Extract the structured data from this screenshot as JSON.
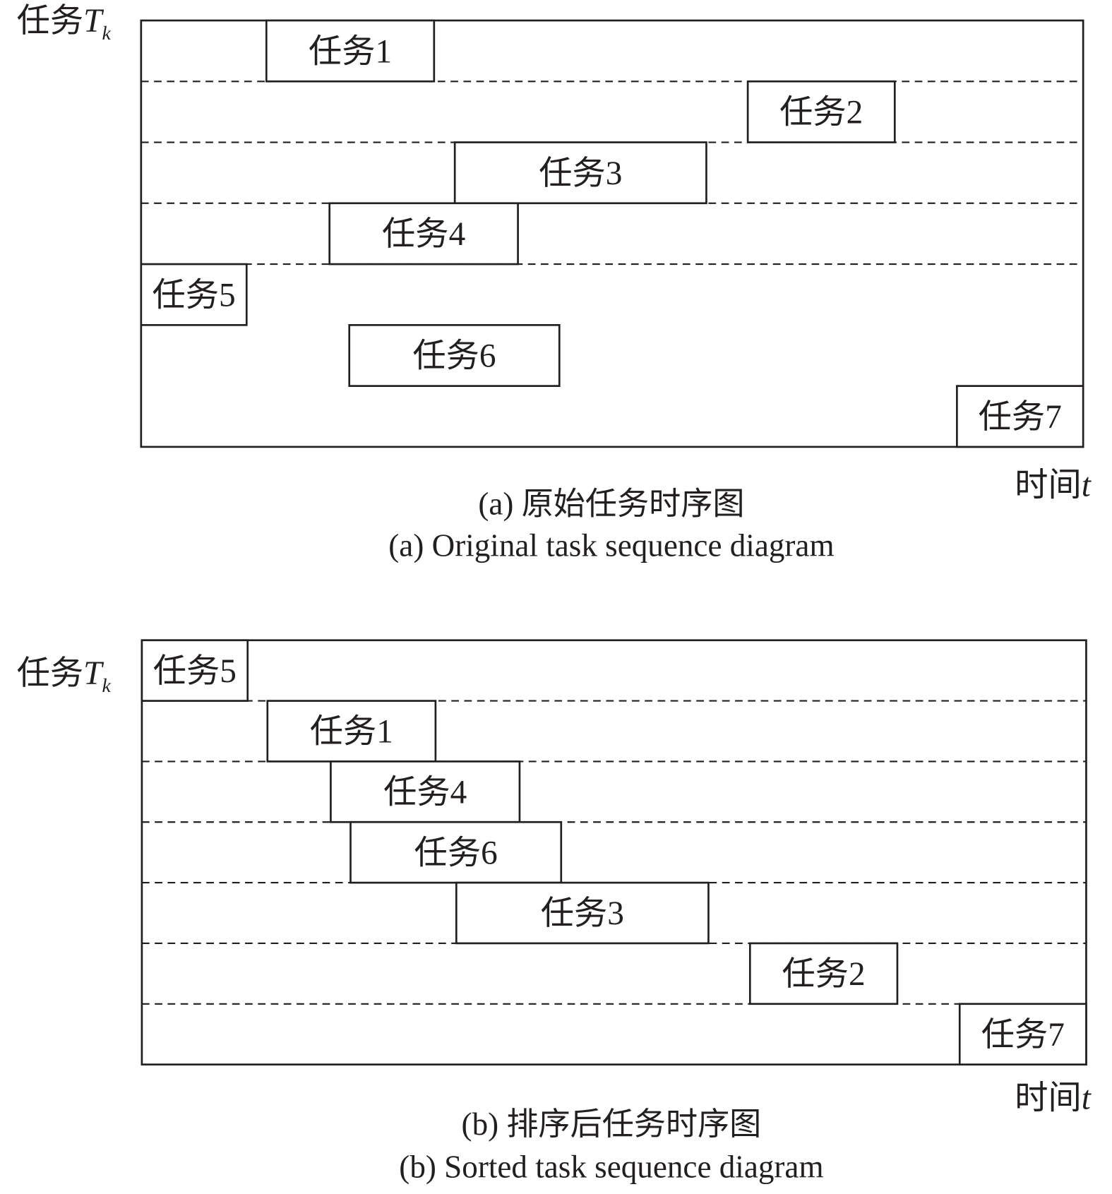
{
  "chart_data": [
    {
      "type": "gantt",
      "id": "a",
      "caption_cn": "(a) 原始任务时序图",
      "caption_en": "(a) Original task sequence diagram",
      "ylabel": "任务",
      "ylabel_symbol": "T",
      "ylabel_subscript": "k",
      "xlabel": "时间",
      "xlabel_symbol": "t",
      "xlim": [
        0,
        100
      ],
      "dashed_separators": 4,
      "tasks": [
        {
          "label": "任务1",
          "start": 13.3,
          "end": 31.1
        },
        {
          "label": "任务2",
          "start": 64.4,
          "end": 80.0
        },
        {
          "label": "任务3",
          "start": 33.3,
          "end": 60.0
        },
        {
          "label": "任务4",
          "start": 20.0,
          "end": 40.0
        },
        {
          "label": "任务5",
          "start": 0.0,
          "end": 11.2
        },
        {
          "label": "任务6",
          "start": 22.1,
          "end": 44.4
        },
        {
          "label": "任务7",
          "start": 86.6,
          "end": 100.0
        }
      ]
    },
    {
      "type": "gantt",
      "id": "b",
      "caption_cn": "(b) 排序后任务时序图",
      "caption_en": "(b) Sorted task sequence diagram",
      "ylabel": "任务",
      "ylabel_symbol": "T",
      "ylabel_subscript": "k",
      "xlabel": "时间",
      "xlabel_symbol": "t",
      "xlim": [
        0,
        100
      ],
      "dashed_separators": 6,
      "tasks": [
        {
          "label": "任务5",
          "start": 0.0,
          "end": 11.2
        },
        {
          "label": "任务1",
          "start": 13.3,
          "end": 31.1
        },
        {
          "label": "任务4",
          "start": 20.0,
          "end": 40.0
        },
        {
          "label": "任务6",
          "start": 22.1,
          "end": 44.4
        },
        {
          "label": "任务3",
          "start": 33.3,
          "end": 60.0
        },
        {
          "label": "任务2",
          "start": 64.4,
          "end": 80.0
        },
        {
          "label": "任务7",
          "start": 86.6,
          "end": 100.0
        }
      ]
    }
  ]
}
